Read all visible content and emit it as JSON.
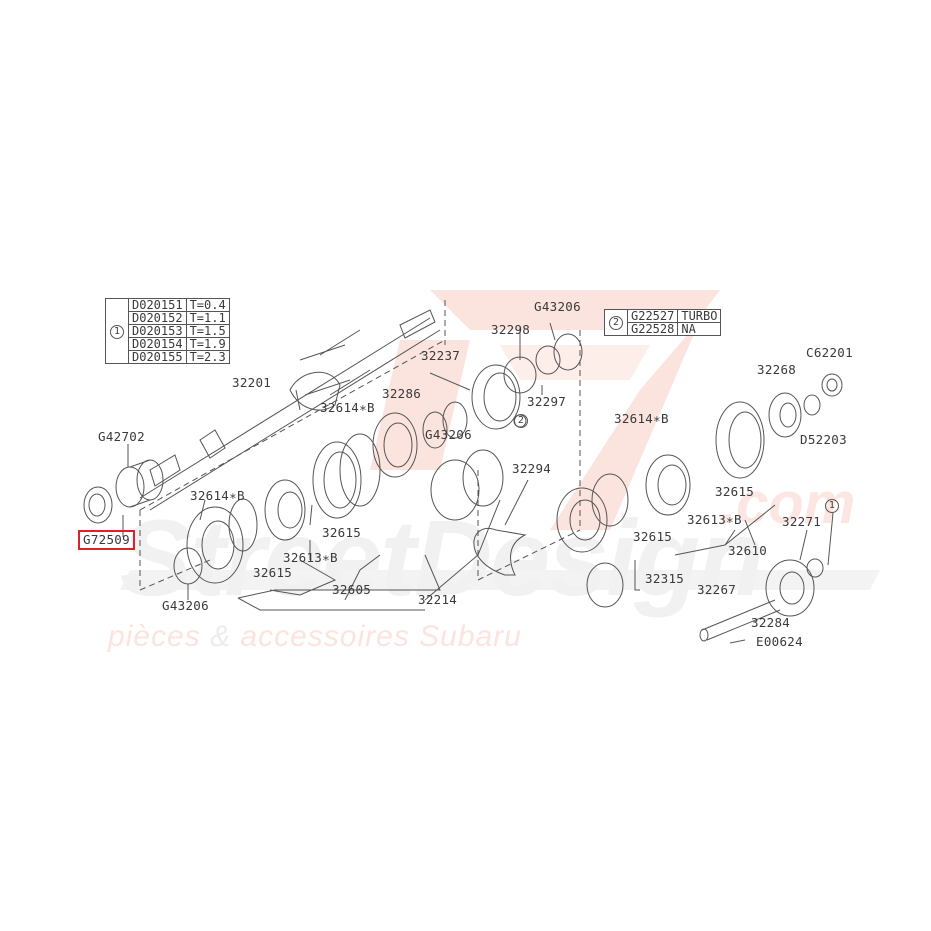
{
  "diagram": {
    "title": "Subaru manual transmission main shaft / drive pinion assembly",
    "highlighted_part": "G72509",
    "highlight_color": "#e0202a",
    "line_color": "#555555",
    "watermark": {
      "brand": "StreetDesign",
      "domain_suffix": ".com",
      "tagline_part1": "pièces",
      "tagline_amp": "&",
      "tagline_part2": "accessoires Subaru",
      "brand_color": "#f4c8bf",
      "grey_color": "#ececec"
    }
  },
  "table1": {
    "ref": "1",
    "rows": [
      {
        "part": "D020151",
        "spec": "T=0.4"
      },
      {
        "part": "D020152",
        "spec": "T=1.1"
      },
      {
        "part": "D020153",
        "spec": "T=1.5"
      },
      {
        "part": "D020154",
        "spec": "T=1.9"
      },
      {
        "part": "D020155",
        "spec": "T=2.3"
      }
    ]
  },
  "table2": {
    "ref": "2",
    "rows": [
      {
        "part": "G22527",
        "spec": "TURBO"
      },
      {
        "part": "G22528",
        "spec": "NA"
      }
    ]
  },
  "labels": {
    "p32201": "32201",
    "p42702": "G42702",
    "p72509": "G72509",
    "p43206a": "G43206",
    "p43206b": "G43206",
    "p43206c": "G43206",
    "p32614a": "32614∗B",
    "p32614b": "32614∗B",
    "p32614c": "32614∗B",
    "p32615a": "32615",
    "p32615b": "32615",
    "p32615c": "32615",
    "p32615d": "32615",
    "p32613a": "32613∗B",
    "p32613b": "32613∗B",
    "p32605": "32605",
    "p32214": "32214",
    "p32286": "32286",
    "p32237": "32237",
    "p32298": "32298",
    "p32297": "32297",
    "p32294": "32294",
    "p32315": "32315",
    "p32610": "32610",
    "p32268": "32268",
    "pC62201": "C62201",
    "pD52203": "D52203",
    "p32271": "32271",
    "p32267": "32267",
    "p32284": "32284",
    "pE00624": "E00624",
    "ref1_callout": "1",
    "ref2_callout": "2"
  }
}
